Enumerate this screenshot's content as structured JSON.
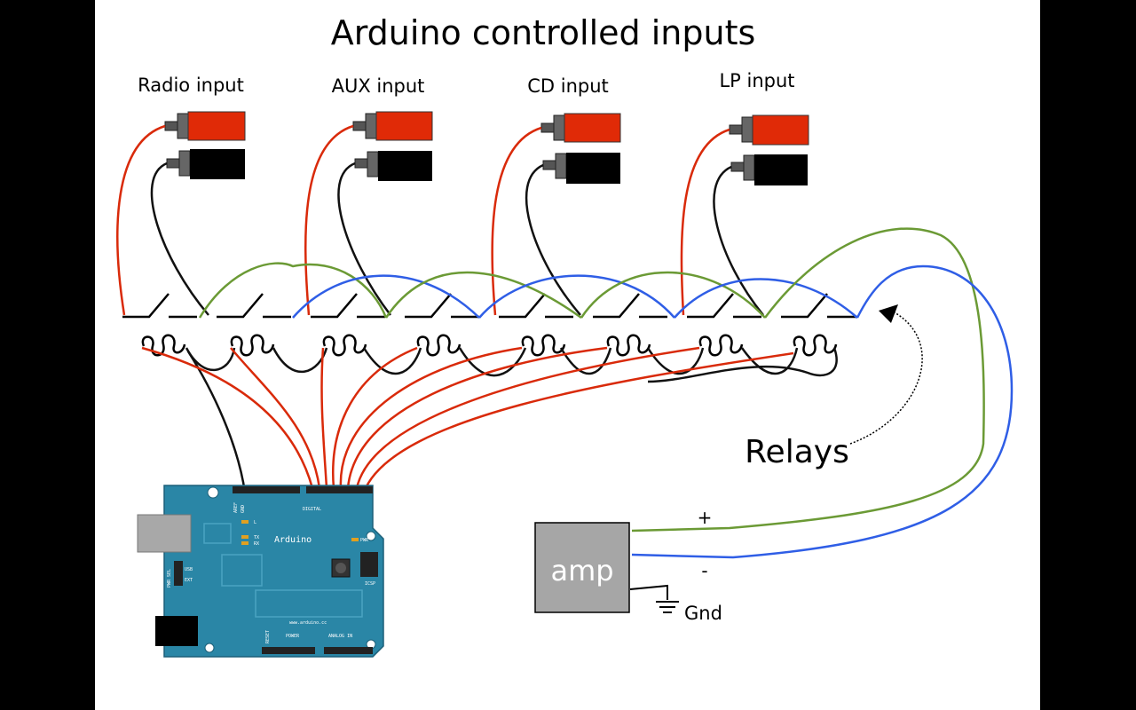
{
  "title": "Arduino controlled inputs",
  "inputs": [
    {
      "label": "Radio input"
    },
    {
      "label": "AUX input"
    },
    {
      "label": "CD input"
    },
    {
      "label": "LP input"
    }
  ],
  "relays_label": "Relays",
  "amp": {
    "label": "amp",
    "plus": "+",
    "minus": "-",
    "gnd": "Gnd"
  },
  "arduino": {
    "name": "Arduino",
    "url": "www.arduino.cc",
    "digital": "DIGITAL",
    "power": "POWER",
    "analog_in": "ANALOG IN",
    "icsp": "ICSP",
    "usb": "USB",
    "ext": "EXT",
    "pwr_sel": "PWR SEL",
    "tx": "TX",
    "rx": "RX",
    "l": "L",
    "pwr": "PWR",
    "reset": "RESET",
    "aref": "AREF",
    "gnd": "GND"
  },
  "colors": {
    "signal_red": "#d92a0a",
    "wire_black": "#111111",
    "wire_green": "#6b9a35",
    "wire_blue": "#2f5ee6",
    "board": "#2a86a6",
    "amp_box": "#a6a6a6"
  }
}
